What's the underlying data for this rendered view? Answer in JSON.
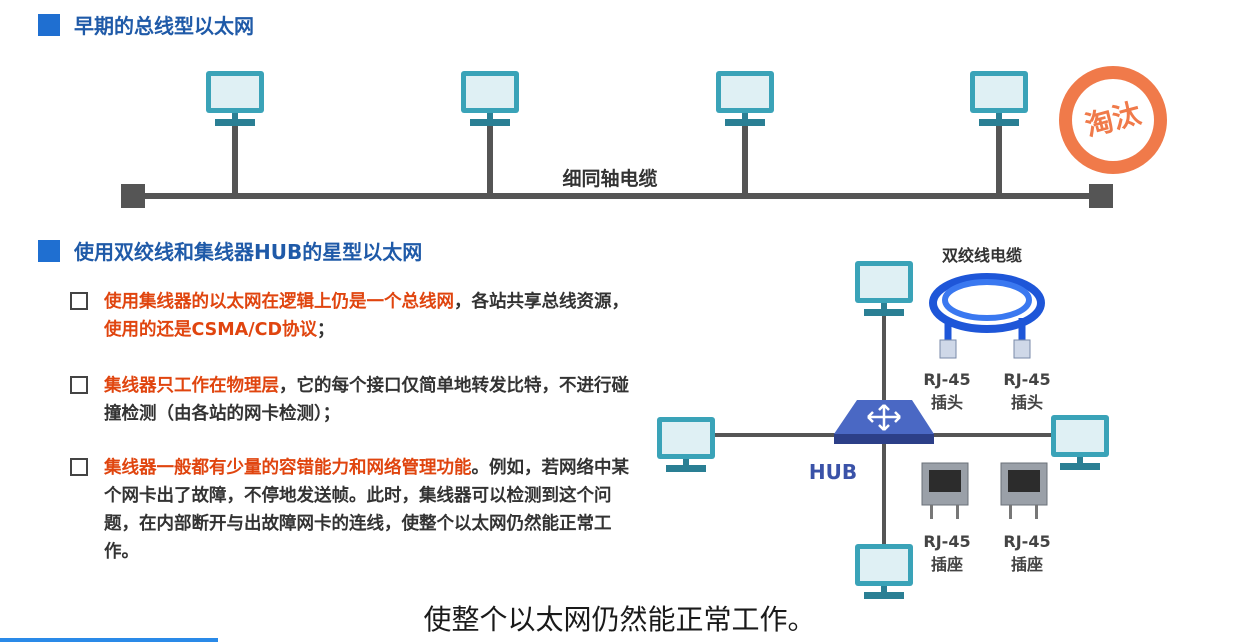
{
  "section1": {
    "title": "早期的总线型以太网"
  },
  "bus": {
    "cable_label": "细同轴电缆",
    "stamp": "淘汰"
  },
  "section2": {
    "title": "使用双绞线和集线器HUB的星型以太网"
  },
  "bullets": [
    {
      "segments": [
        {
          "text": "使用集线器的以太网在逻辑上仍是一个总线网",
          "hl": true
        },
        {
          "text": "，各站共享总线资源，",
          "hl": false
        },
        {
          "text": "使用的还是CSMA/CD协议",
          "hl": true
        },
        {
          "text": "；",
          "hl": false
        }
      ]
    },
    {
      "segments": [
        {
          "text": "集线器只工作在物理层",
          "hl": true
        },
        {
          "text": "，它的每个接口仅简单地转发比特，不进行碰撞检测（由各站的网卡检测）；",
          "hl": false
        }
      ]
    },
    {
      "segments": [
        {
          "text": "集线器一般都有少量的容错能力和网络管理功能",
          "hl": true
        },
        {
          "text": "。例如，若网络中某个网卡出了故障，不停地发送帧。此时，集线器可以检测到这个问题，在内部断开与出故障网卡的连线，使整个以太网仍然能正常工作。",
          "hl": false
        }
      ]
    }
  ],
  "star": {
    "hub_label": "HUB",
    "twisted_pair_label": "双绞线电缆",
    "plug_label_1": "RJ-45",
    "plug_sub_1": "插头",
    "plug_label_2": "RJ-45",
    "plug_sub_2": "插头",
    "jack_label_1": "RJ-45",
    "jack_sub_1": "插座",
    "jack_label_2": "RJ-45",
    "jack_sub_2": "插座"
  },
  "subtitle": "使整个以太网仍然能正常工作。",
  "colors": {
    "accent": "#1f6fd1",
    "highlight": "#e0450f",
    "stamp": "#f07a4a",
    "monitor": "#3aa3b8"
  }
}
